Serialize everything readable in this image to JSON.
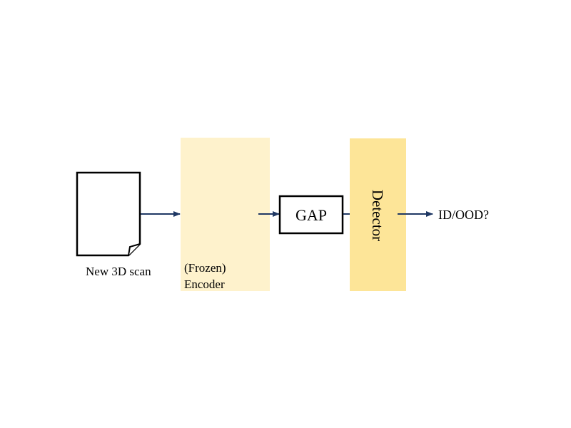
{
  "diagram": {
    "input_label": "New 3D scan",
    "encoder_label_line1": "(Frozen)",
    "encoder_label_line2": "Encoder",
    "gap_label": "GAP",
    "detector_label": "Detector",
    "output_label": "ID/OOD?"
  },
  "colors": {
    "encoder_fill": "#fef2cc",
    "detector_fill": "#fde598",
    "arrow": "#1f3864",
    "outline": "#000000"
  },
  "icons": {
    "input": "document-icon"
  }
}
